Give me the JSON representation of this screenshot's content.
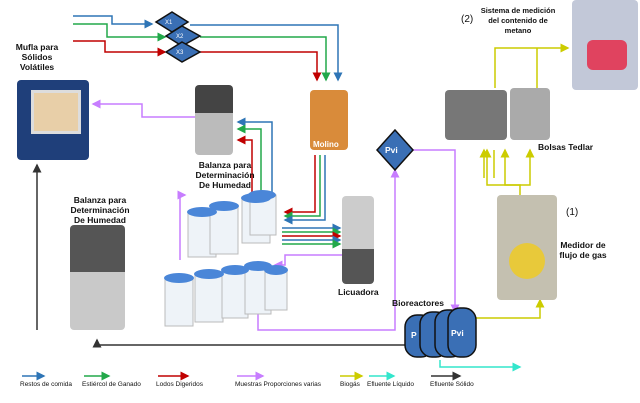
{
  "labels": {
    "mufla": "Mufla para Sólidos Volátiles",
    "balanza_top": "Balanza para Determinación De Humedad",
    "balanza_left": "Balanza para Determinación De Humedad",
    "molino": "Molino",
    "licuadora": "Licuadora",
    "bioreactores": "Bioreactores",
    "bolsas": "Bolsas Tedlar",
    "medidor_num": "(1)",
    "medidor": "Medidor de flujo de gas",
    "sistema_num": "(2)",
    "sistema": "Sistema de medición del contenido de metano"
  },
  "nodes": {
    "x1": "X1",
    "x2": "X2",
    "x3": "X3",
    "pvi": "Pvi",
    "bio": "Pvi",
    "bio_short": "P"
  },
  "legend": [
    {
      "label": "Restos de comida",
      "color": "#2e75b6"
    },
    {
      "label": "Estiércol de Ganado",
      "color": "#22a84a"
    },
    {
      "label": "Lodos Digeridos",
      "color": "#c00000"
    },
    {
      "label": "Muestras Proporciones varias",
      "color": "#c77dff"
    },
    {
      "label": "Biogás",
      "color": "#cccc00"
    },
    {
      "label": "Efluente Líquido",
      "color": "#33e6cc"
    },
    {
      "label": "Efluente  Sólido",
      "color": "#333333"
    }
  ]
}
